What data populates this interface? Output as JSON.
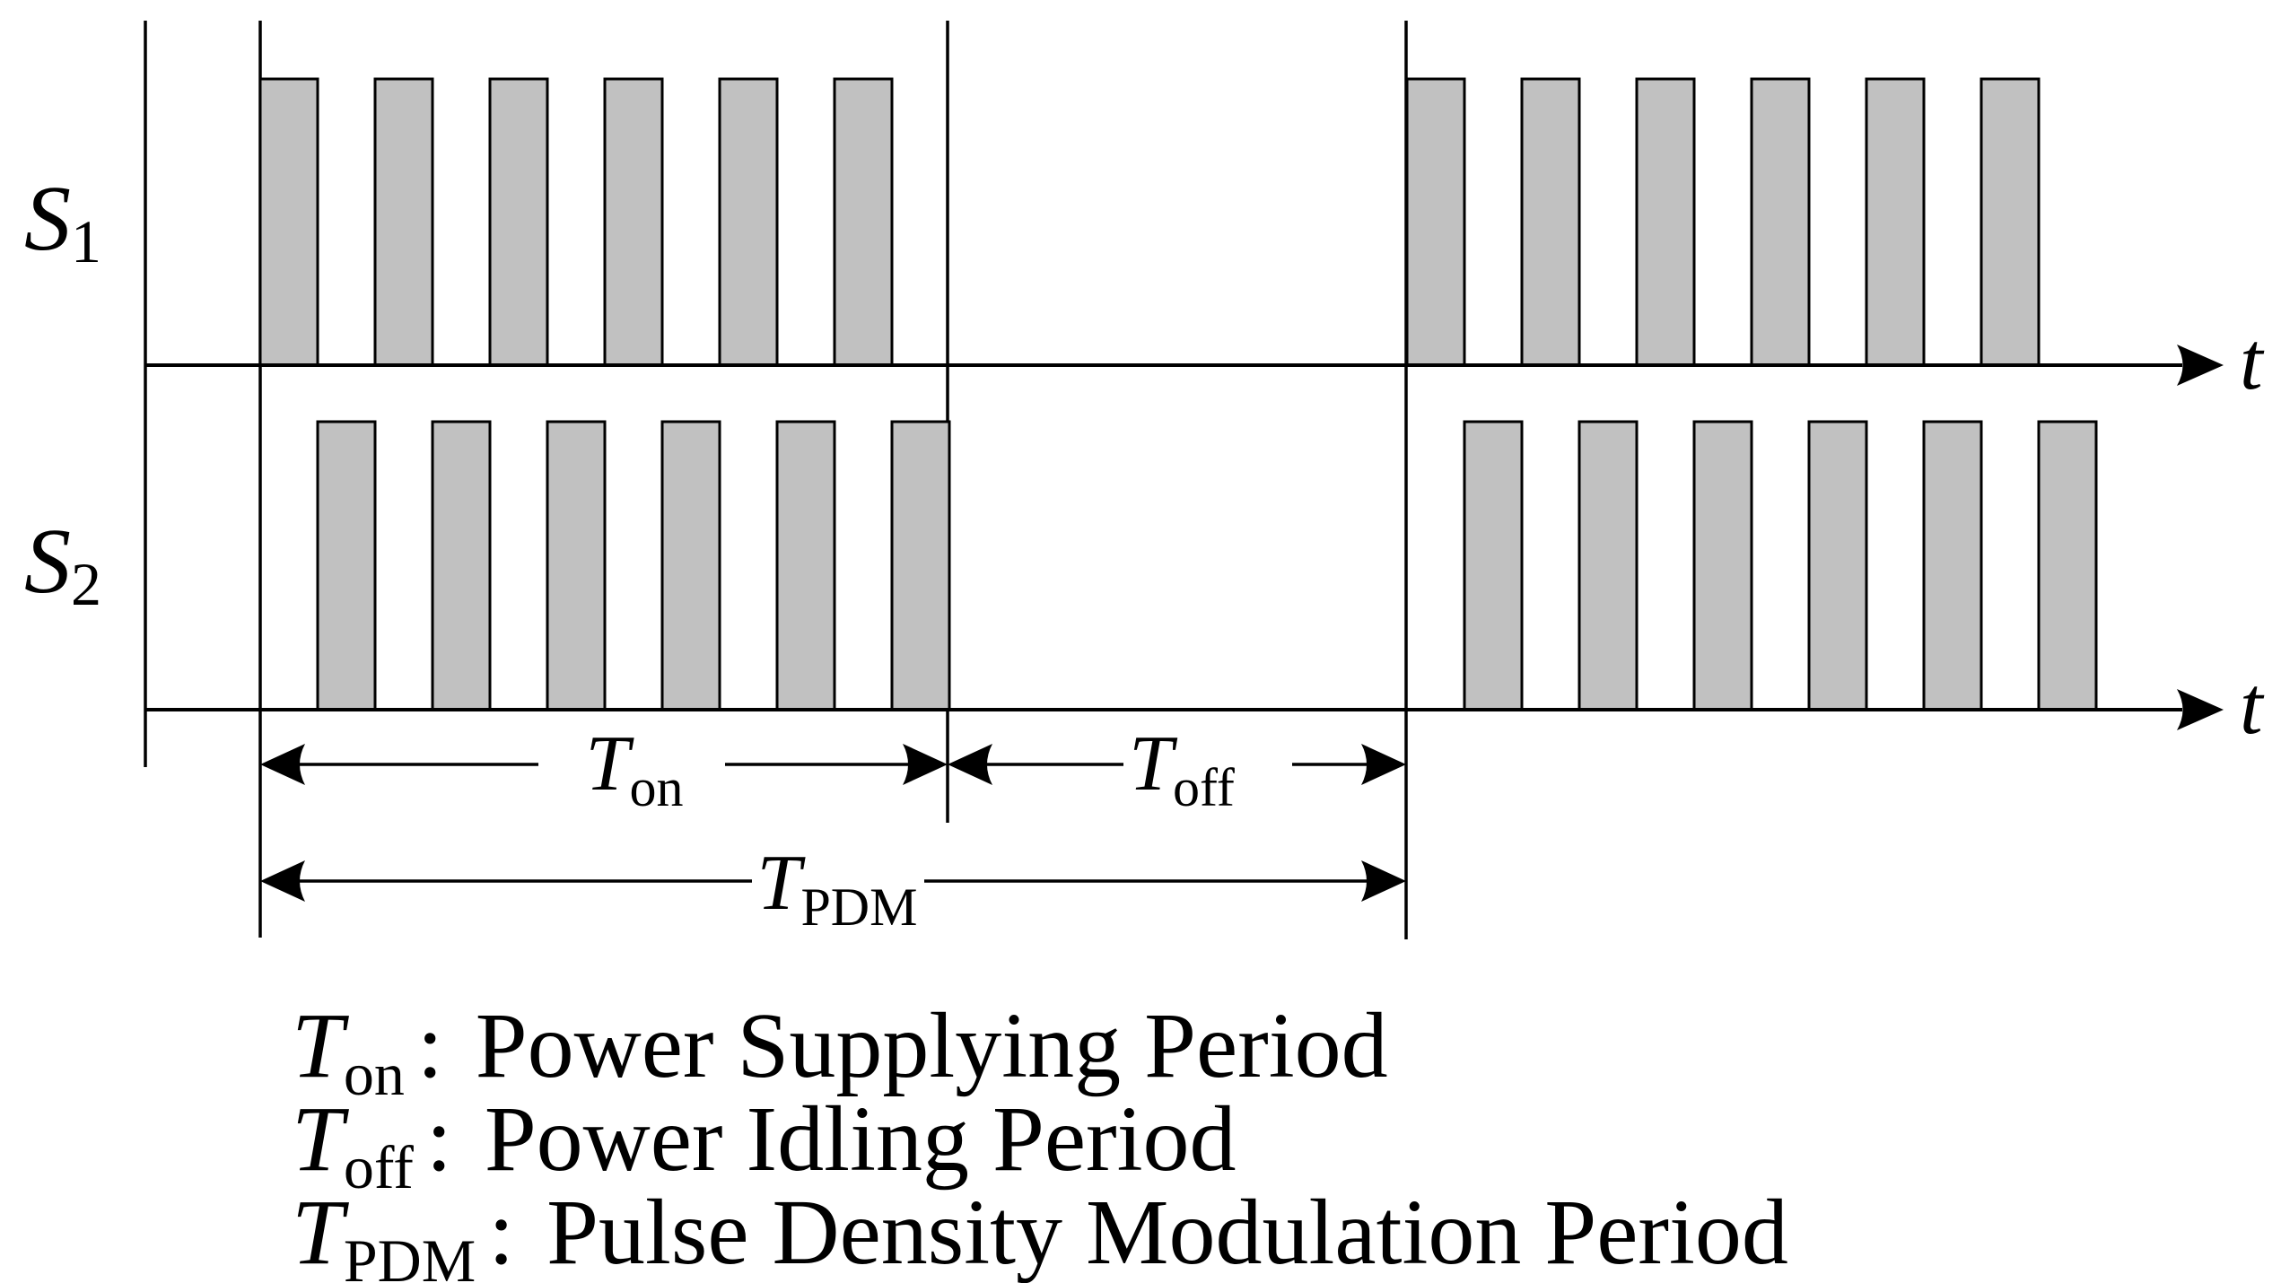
{
  "figure": {
    "background": "#ffffff",
    "line_color": "#000000",
    "pulse_fill": "#c1c1c1",
    "signals": [
      {
        "name": "S",
        "sub": "1"
      },
      {
        "name": "S",
        "sub": "2"
      }
    ],
    "time_axis_label": "t",
    "annotations": {
      "t_on": {
        "main": "T",
        "sub": "on"
      },
      "t_off": {
        "main": "T",
        "sub": "off"
      },
      "t_pdm": {
        "main": "T",
        "sub": "PDM"
      }
    },
    "legend": [
      {
        "main": "T",
        "sub": "on",
        "colon": ":",
        "desc": "Power Supplying Period"
      },
      {
        "main": "T",
        "sub": "off",
        "colon": ":",
        "desc": "Power Idling Period"
      },
      {
        "main": "T",
        "sub": "PDM",
        "colon": ":",
        "desc": "Pulse Density Modulation Period"
      }
    ],
    "waveform": {
      "pulses_per_group": 6,
      "groups_per_signal": 2,
      "duty_percent": 50,
      "s2_phase": "complementary-half-period-shift"
    }
  }
}
